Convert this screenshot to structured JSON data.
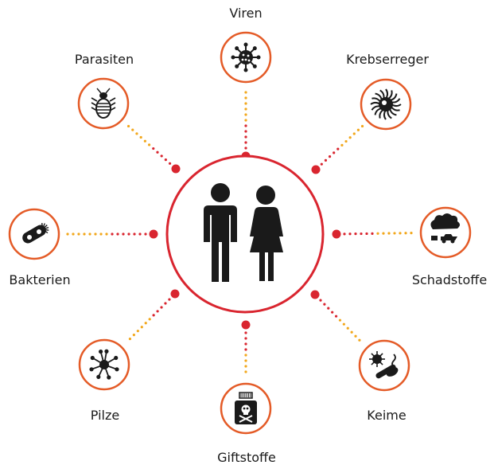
{
  "colors": {
    "accent_red": "#d9252f",
    "ring_orange": "#e45b27",
    "dot_yellow": "#f2a71b",
    "icon_dark": "#1a1a1a",
    "background": "#ffffff"
  },
  "center": {
    "icon": "man-and-woman-icon"
  },
  "threats": [
    {
      "id": "viren",
      "label": "Viren",
      "icon": "virus-icon"
    },
    {
      "id": "krebserreger",
      "label": "Krebserreger",
      "icon": "carcinogen-cell-icon"
    },
    {
      "id": "schadstoffe",
      "label": "Schadstoffe",
      "icon": "pollution-smoke-car-icon"
    },
    {
      "id": "keime",
      "label": "Keime",
      "icon": "germs-icon"
    },
    {
      "id": "giftstoffe",
      "label": "Giftstoffe",
      "icon": "poison-bottle-icon"
    },
    {
      "id": "pilze",
      "label": "Pilze",
      "icon": "fungus-spore-icon"
    },
    {
      "id": "bakterien",
      "label": "Bakterien",
      "icon": "bacteria-icon"
    },
    {
      "id": "parasiten",
      "label": "Parasiten",
      "icon": "parasite-bug-icon"
    }
  ]
}
